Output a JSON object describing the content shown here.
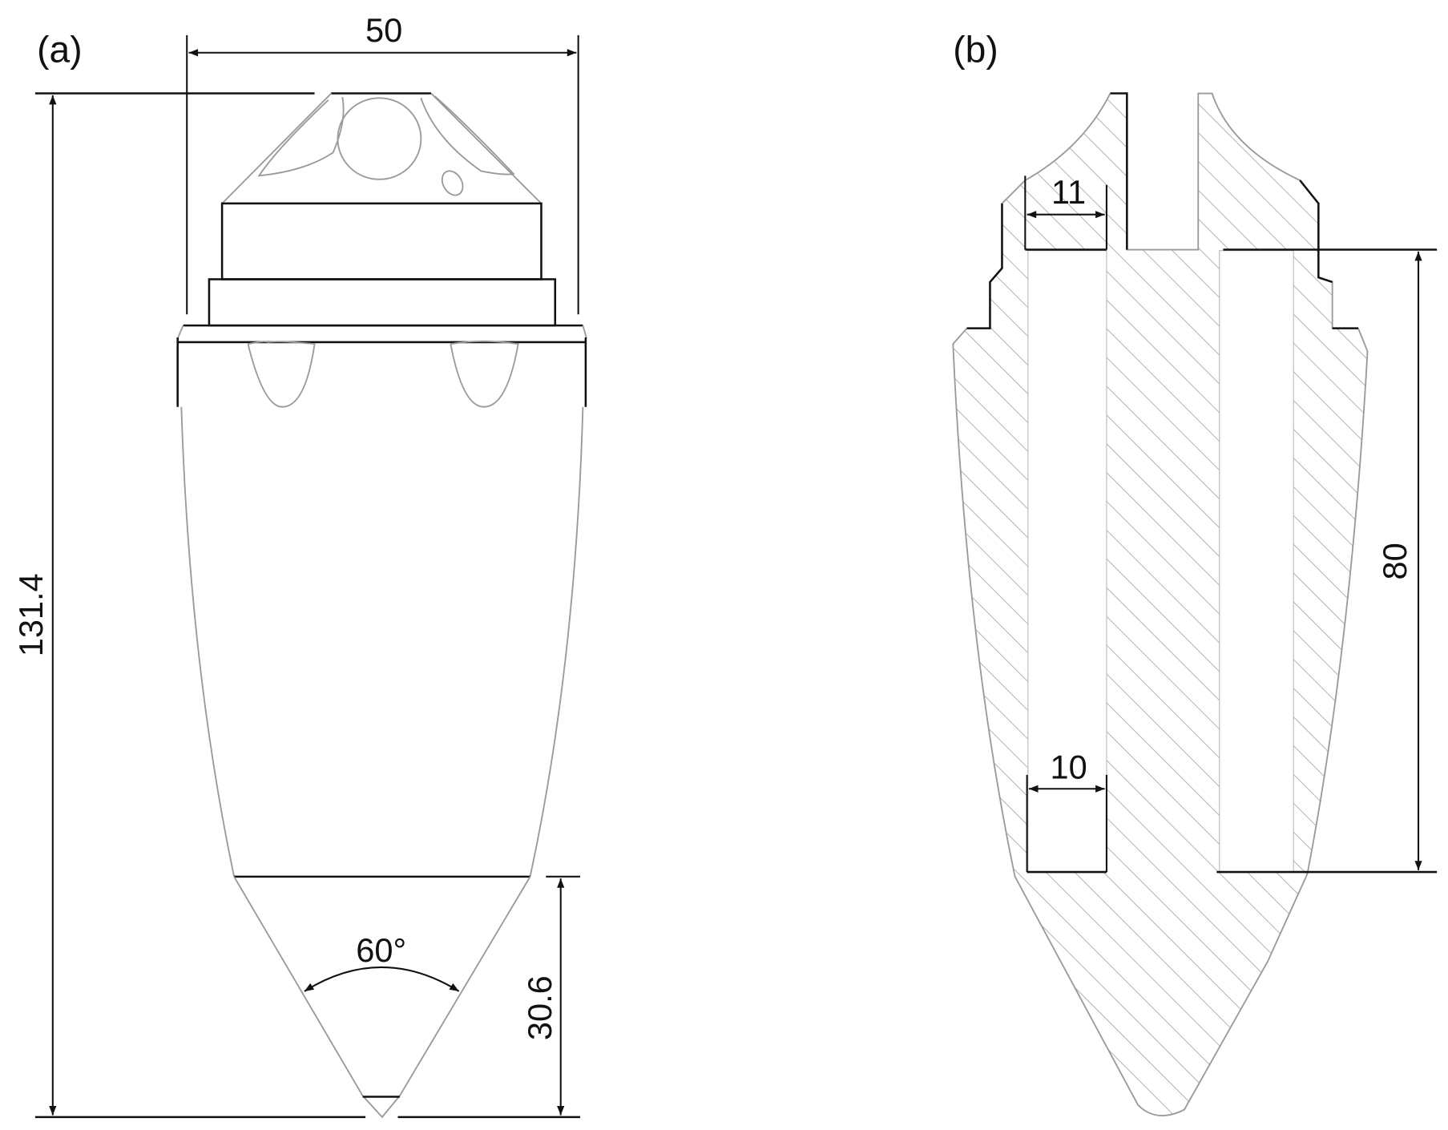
{
  "panels": {
    "a": {
      "label": "(a)",
      "dims": {
        "width": "50",
        "height": "131.4",
        "tip_height": "30.6",
        "tip_angle": "60°"
      }
    },
    "b": {
      "label": "(b)",
      "dims": {
        "top_bore": "11",
        "bore": "10",
        "bore_depth": "80"
      }
    }
  },
  "colors": {
    "line": "#111111",
    "outline": "#9a9a9a",
    "hatch": "#9a9a9a"
  }
}
